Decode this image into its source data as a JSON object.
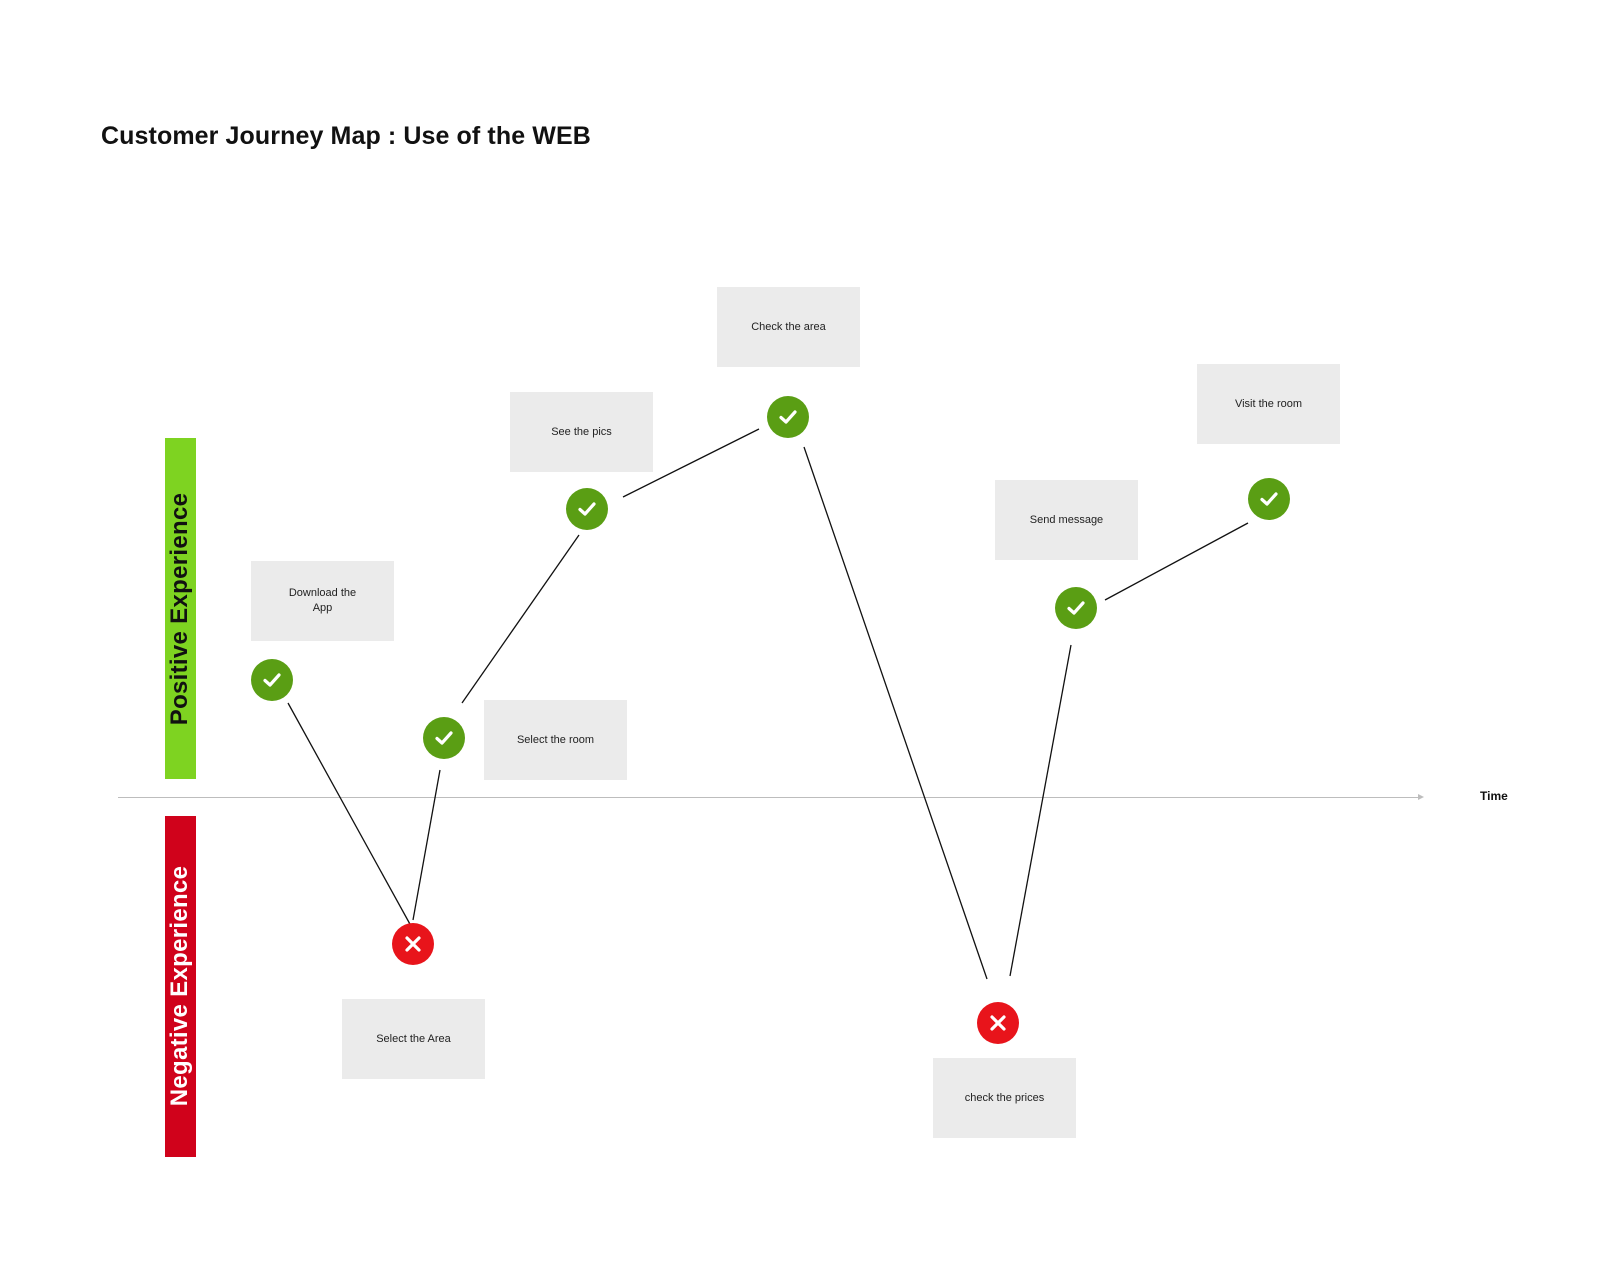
{
  "title": "Customer Journey Map : Use of the WEB",
  "bands": {
    "positive": "Positive Experience",
    "negative": "Negative Experience"
  },
  "axis": {
    "label": "Time"
  },
  "colors": {
    "positive_band": "#7ed321",
    "negative_band": "#d0021b",
    "positive_marker": "#5a9e14",
    "negative_marker": "#e8141b",
    "card": "#ebebeb"
  },
  "steps": [
    {
      "label": "Download the App",
      "status": "positive",
      "icon": "check-icon"
    },
    {
      "label": "Select the Area",
      "status": "negative",
      "icon": "close-icon"
    },
    {
      "label": "Select the room",
      "status": "positive",
      "icon": "check-icon"
    },
    {
      "label": "See the pics",
      "status": "positive",
      "icon": "check-icon"
    },
    {
      "label": "Check the area",
      "status": "positive",
      "icon": "check-icon"
    },
    {
      "label": "check the prices",
      "status": "negative",
      "icon": "close-icon"
    },
    {
      "label": "Send message",
      "status": "positive",
      "icon": "check-icon"
    },
    {
      "label": "Visit the room",
      "status": "positive",
      "icon": "check-icon"
    }
  ]
}
